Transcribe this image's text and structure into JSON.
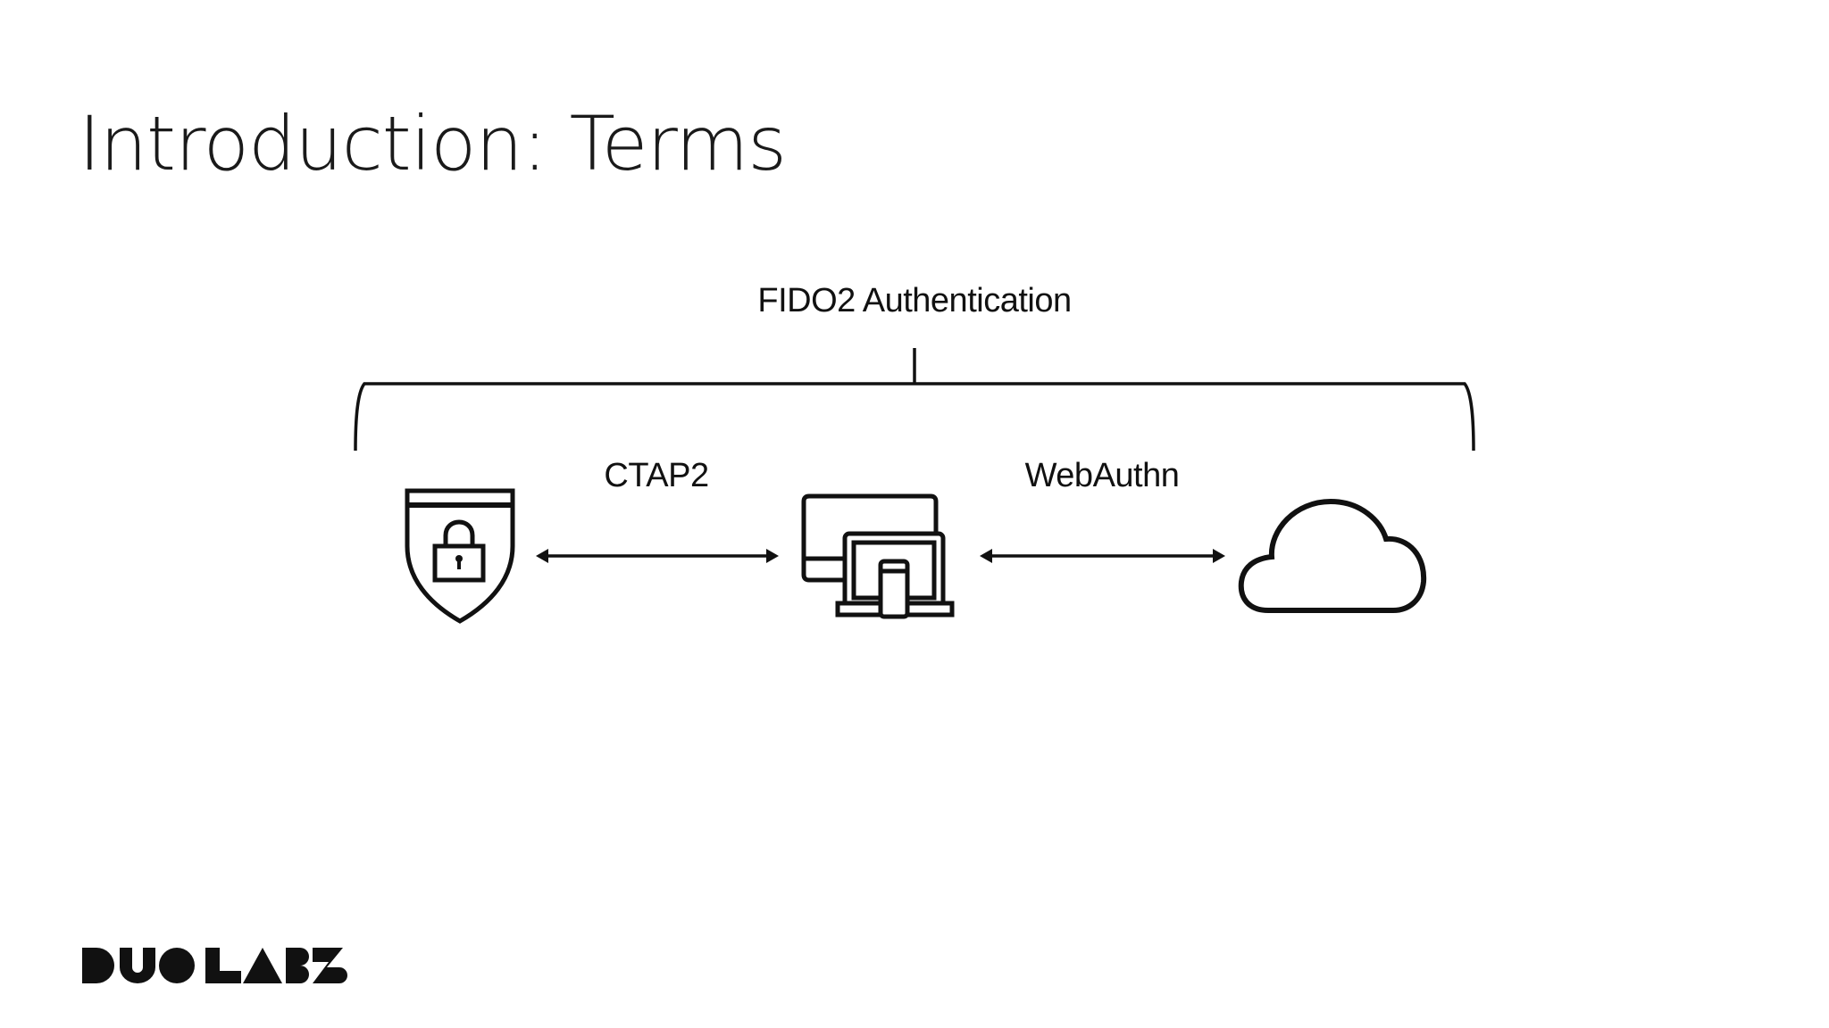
{
  "slide": {
    "title": "Introduction: Terms",
    "group_label": "FIDO2 Authentication",
    "link_left_label": "CTAP2",
    "link_right_label": "WebAuthn",
    "nodes": [
      {
        "icon": "security-key-shield-lock-icon"
      },
      {
        "icon": "client-devices-icon"
      },
      {
        "icon": "cloud-server-icon"
      }
    ],
    "logo": "DUO LABS"
  },
  "colors": {
    "foreground": "#111111",
    "background": "#ffffff"
  }
}
